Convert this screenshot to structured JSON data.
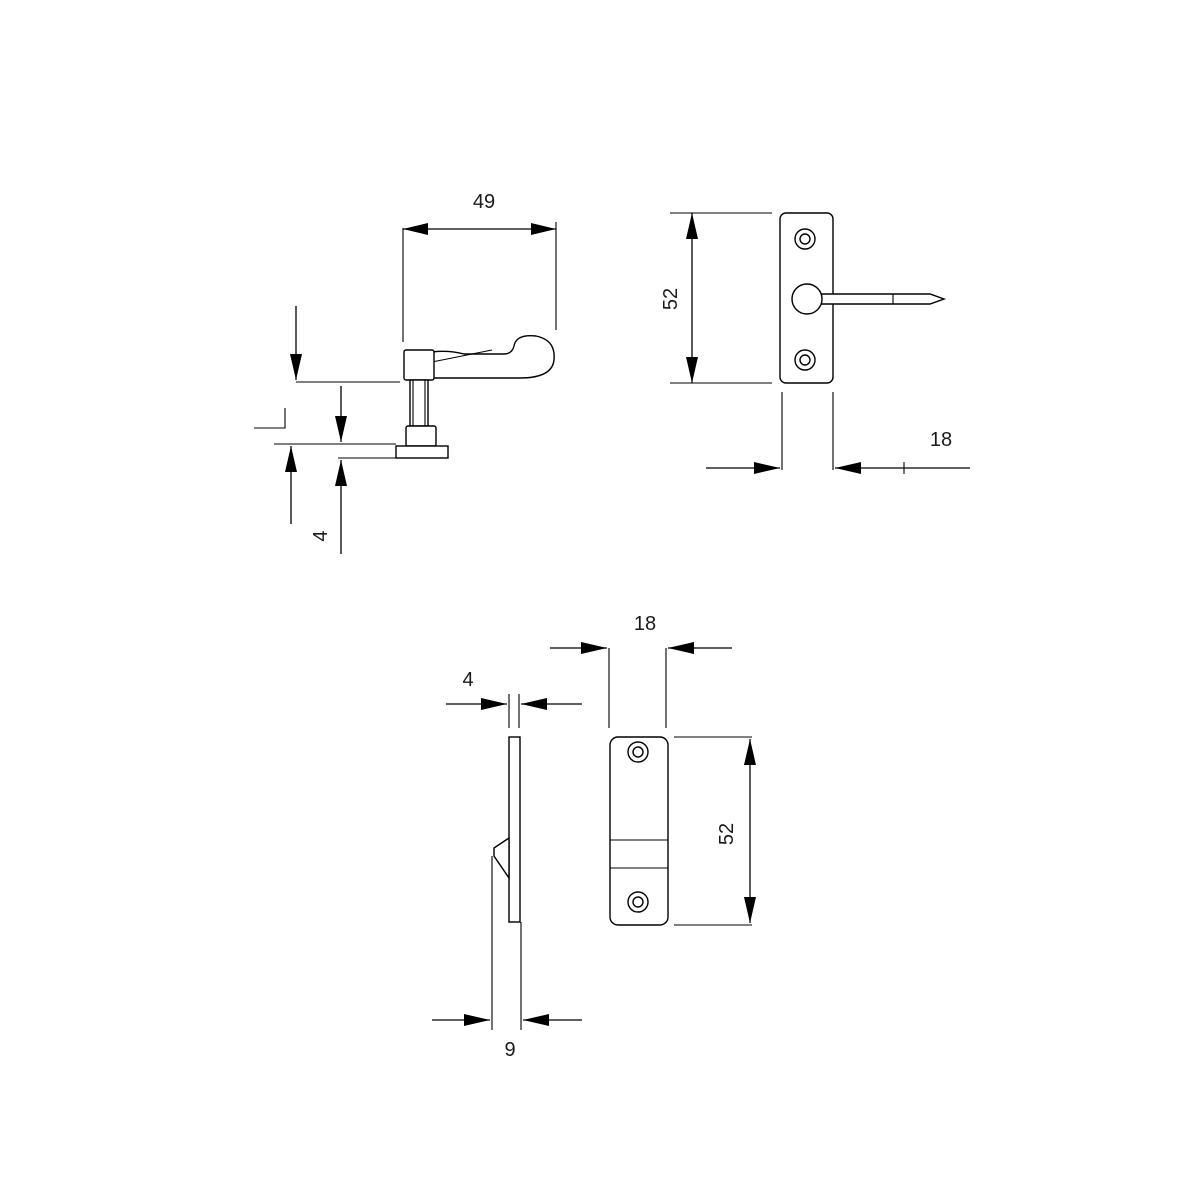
{
  "colors": {
    "line": "#000000",
    "background": "#ffffff",
    "text": "#1a1a1a"
  },
  "views": {
    "side_view": {
      "width_label": "49",
      "plate_thickness_label": "4"
    },
    "front_view": {
      "height_label": "52",
      "width_label": "18"
    },
    "keeper_side_view": {
      "thickness_label": "4",
      "depth_label": "9"
    },
    "keeper_front_view": {
      "width_label": "18",
      "height_label": "52"
    }
  }
}
